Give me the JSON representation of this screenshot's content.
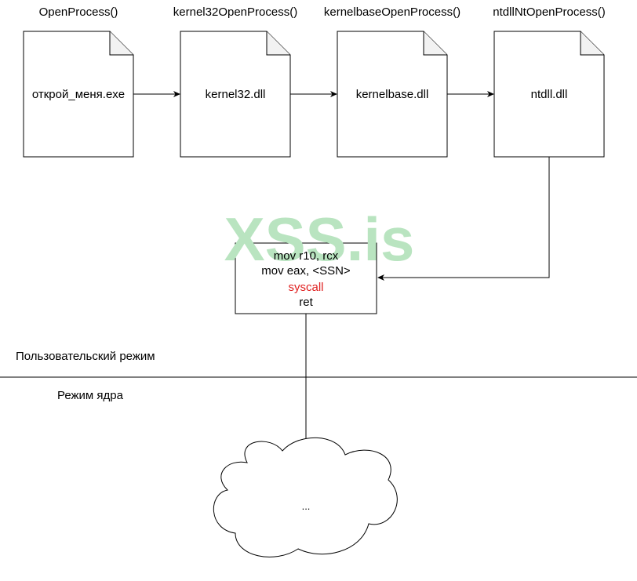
{
  "functions": [
    {
      "call": "OpenProcess()",
      "file": "открой_меня.exe"
    },
    {
      "call": "kernel32OpenProcess()",
      "file": "kernel32.dll"
    },
    {
      "call": "kernelbaseOpenProcess()",
      "file": "kernelbase.dll"
    },
    {
      "call": "ntdllNtOpenProcess()",
      "file": "ntdll.dll"
    }
  ],
  "stub": {
    "line1": "mov r10, rcx",
    "line2": "mov eax, <SSN>",
    "line3": "syscall",
    "line4": "ret"
  },
  "modes": {
    "user": "Пользовательский режим",
    "kernel": "Режим ядра"
  },
  "cloud": {
    "label": "..."
  },
  "watermark": {
    "text": "XSS.is"
  },
  "colors": {
    "stroke": "#000000",
    "syscall": "#e02020",
    "watermark": "#b9e4c0"
  }
}
